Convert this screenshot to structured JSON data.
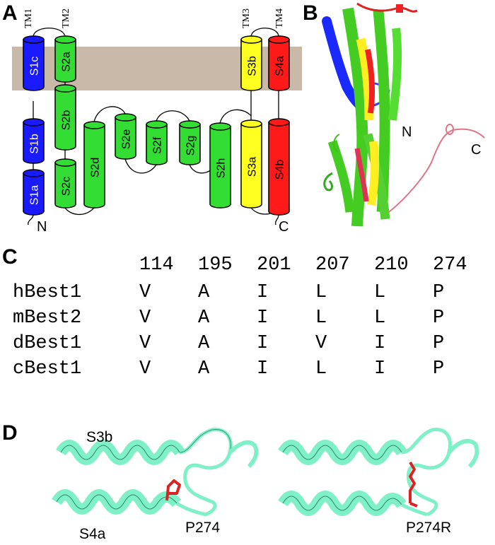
{
  "panel_a": {
    "letter": "A",
    "tm_labels": [
      {
        "id": "tm1",
        "text": "TM1"
      },
      {
        "id": "tm2",
        "text": "TM2"
      },
      {
        "id": "tm3",
        "text": "TM3"
      },
      {
        "id": "tm4",
        "text": "TM4"
      }
    ],
    "helices": [
      {
        "id": "s1c",
        "label": "S1c",
        "color": "#1a1aff",
        "text_color": "#ffffff"
      },
      {
        "id": "s1b",
        "label": "S1b",
        "color": "#1a1aff",
        "text_color": "#ffffff"
      },
      {
        "id": "s1a",
        "label": "S1a",
        "color": "#1a1aff",
        "text_color": "#ffffff"
      },
      {
        "id": "s2a",
        "label": "S2a",
        "color": "#33dd33",
        "text_color": "#000000"
      },
      {
        "id": "s2b",
        "label": "S2b",
        "color": "#33dd33",
        "text_color": "#000000"
      },
      {
        "id": "s2c",
        "label": "S2c",
        "color": "#33dd33",
        "text_color": "#000000"
      },
      {
        "id": "s2d",
        "label": "S2d",
        "color": "#33dd33",
        "text_color": "#000000"
      },
      {
        "id": "s2e",
        "label": "S2e",
        "color": "#33dd33",
        "text_color": "#000000"
      },
      {
        "id": "s2f",
        "label": "S2f",
        "color": "#33dd33",
        "text_color": "#000000"
      },
      {
        "id": "s2g",
        "label": "S2g",
        "color": "#33dd33",
        "text_color": "#000000"
      },
      {
        "id": "s2h",
        "label": "S2h",
        "color": "#33dd33",
        "text_color": "#000000"
      },
      {
        "id": "s3b",
        "label": "S3b",
        "color": "#ffff22",
        "text_color": "#000000"
      },
      {
        "id": "s3a",
        "label": "S3a",
        "color": "#ffff22",
        "text_color": "#000000"
      },
      {
        "id": "s4a",
        "label": "S4a",
        "color": "#ff1a1a",
        "text_color": "#000000"
      },
      {
        "id": "s4b",
        "label": "S4b",
        "color": "#ff1a1a",
        "text_color": "#000000"
      }
    ],
    "n_term": "N",
    "c_term": "C",
    "membrane_color": "#c9b9a8"
  },
  "panel_b": {
    "letter": "B",
    "n_label": "N",
    "c_label": "C"
  },
  "panel_c": {
    "letter": "C",
    "positions": [
      "114",
      "195",
      "201",
      "207",
      "210",
      "274"
    ],
    "rows": [
      {
        "name": "hBest1",
        "residues": [
          "V",
          "A",
          "I",
          "L",
          "L",
          "P"
        ]
      },
      {
        "name": "mBest2",
        "residues": [
          "V",
          "A",
          "I",
          "L",
          "L",
          "P"
        ]
      },
      {
        "name": "dBest1",
        "residues": [
          "V",
          "A",
          "I",
          "V",
          "I",
          "P"
        ]
      },
      {
        "name": "cBest1",
        "residues": [
          "V",
          "A",
          "I",
          "L",
          "I",
          "P"
        ]
      }
    ]
  },
  "panel_d": {
    "letter": "D",
    "helix_top_label": "S3b",
    "helix_bottom_label": "S4a",
    "left_label": "P274",
    "right_label": "P274R",
    "ribbon_color": "#7ff0c8",
    "residue_color": "#dd2222"
  }
}
